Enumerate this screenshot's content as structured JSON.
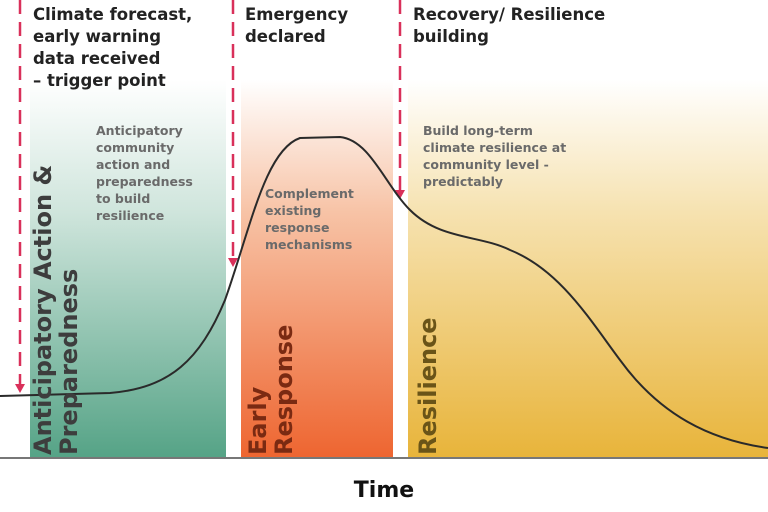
{
  "phases": [
    {
      "id": "anticipatory",
      "header": [
        "Climate forecast,",
        "early warning",
        "data received",
        "– trigger point"
      ],
      "band_label": [
        "Anticipatory Action &",
        "Preparedness"
      ],
      "note": [
        "Anticipatory",
        "community",
        "action and",
        "preparedness",
        "to build",
        "resilience"
      ],
      "color": "#5fa78c"
    },
    {
      "id": "early-response",
      "header": [
        "Emergency",
        "declared"
      ],
      "band_label": [
        "Early",
        "Response"
      ],
      "note": [
        "Complement",
        "existing",
        "response",
        "mechanisms"
      ],
      "color": "#ef6a3a"
    },
    {
      "id": "resilience",
      "header": [
        "Recovery/ Resilience",
        "building"
      ],
      "band_label": [
        "Resilience"
      ],
      "note": [
        "Build long-term",
        "climate resilience at",
        "community level -",
        "predictably"
      ],
      "color": "#e8b43c"
    }
  ],
  "x_axis_label": "Time",
  "colors": {
    "trigger_line": "#d9305a",
    "curve": "#2a2a2a",
    "axis": "#777777"
  }
}
